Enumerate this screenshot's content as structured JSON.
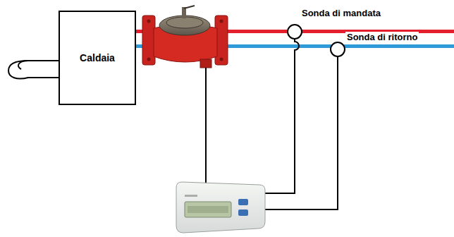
{
  "diagram": {
    "nodes": [
      {
        "text": [
          "Caldaia"
        ]
      }
    ],
    "labels": [
      "Sonda di mandata",
      "Sonda di ritorno"
    ]
  }
}
